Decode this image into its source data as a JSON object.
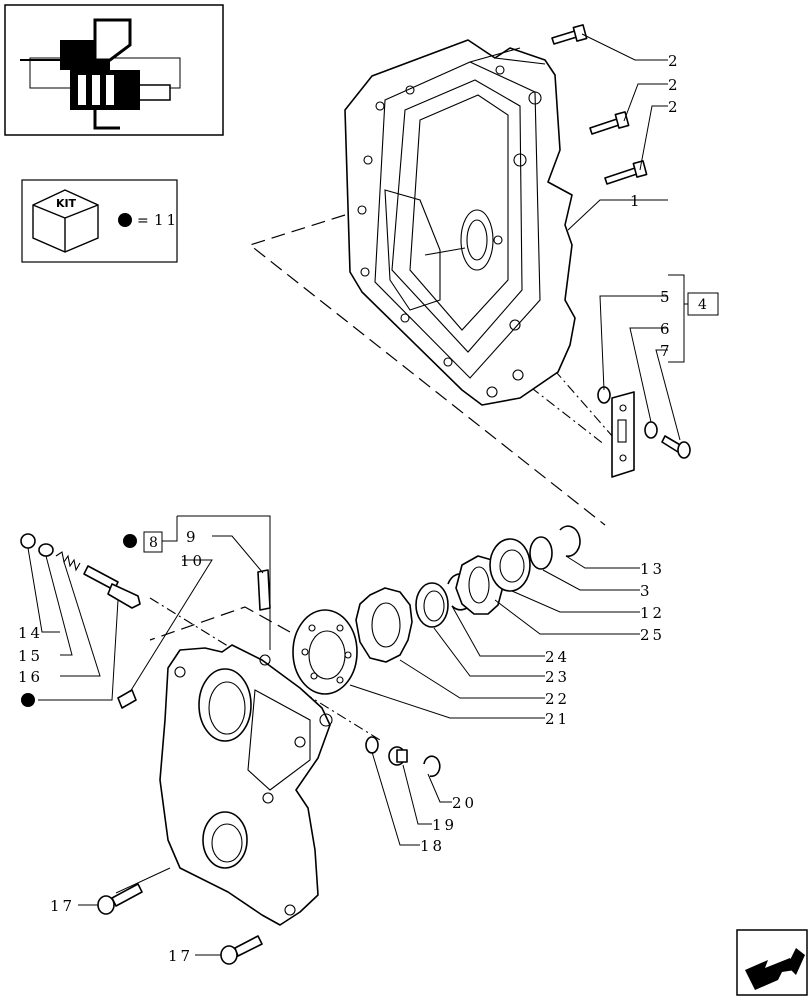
{
  "kit": {
    "label": "KIT",
    "equals": "=",
    "value": "11"
  },
  "kit_refs": {
    "group_4": "4",
    "group_8": "8"
  },
  "callouts": {
    "c1": "1",
    "c2a": "2",
    "c2b": "2",
    "c2c": "2",
    "c3": "3",
    "c5": "5",
    "c6": "6",
    "c7": "7",
    "c9": "9",
    "c10": "10",
    "c12": "12",
    "c13": "13",
    "c14": "14",
    "c15": "15",
    "c16": "16",
    "c17a": "17",
    "c17b": "17",
    "c18": "18",
    "c19": "19",
    "c20": "20",
    "c21": "21",
    "c22": "22",
    "c23": "23",
    "c24": "24",
    "c25": "25"
  }
}
